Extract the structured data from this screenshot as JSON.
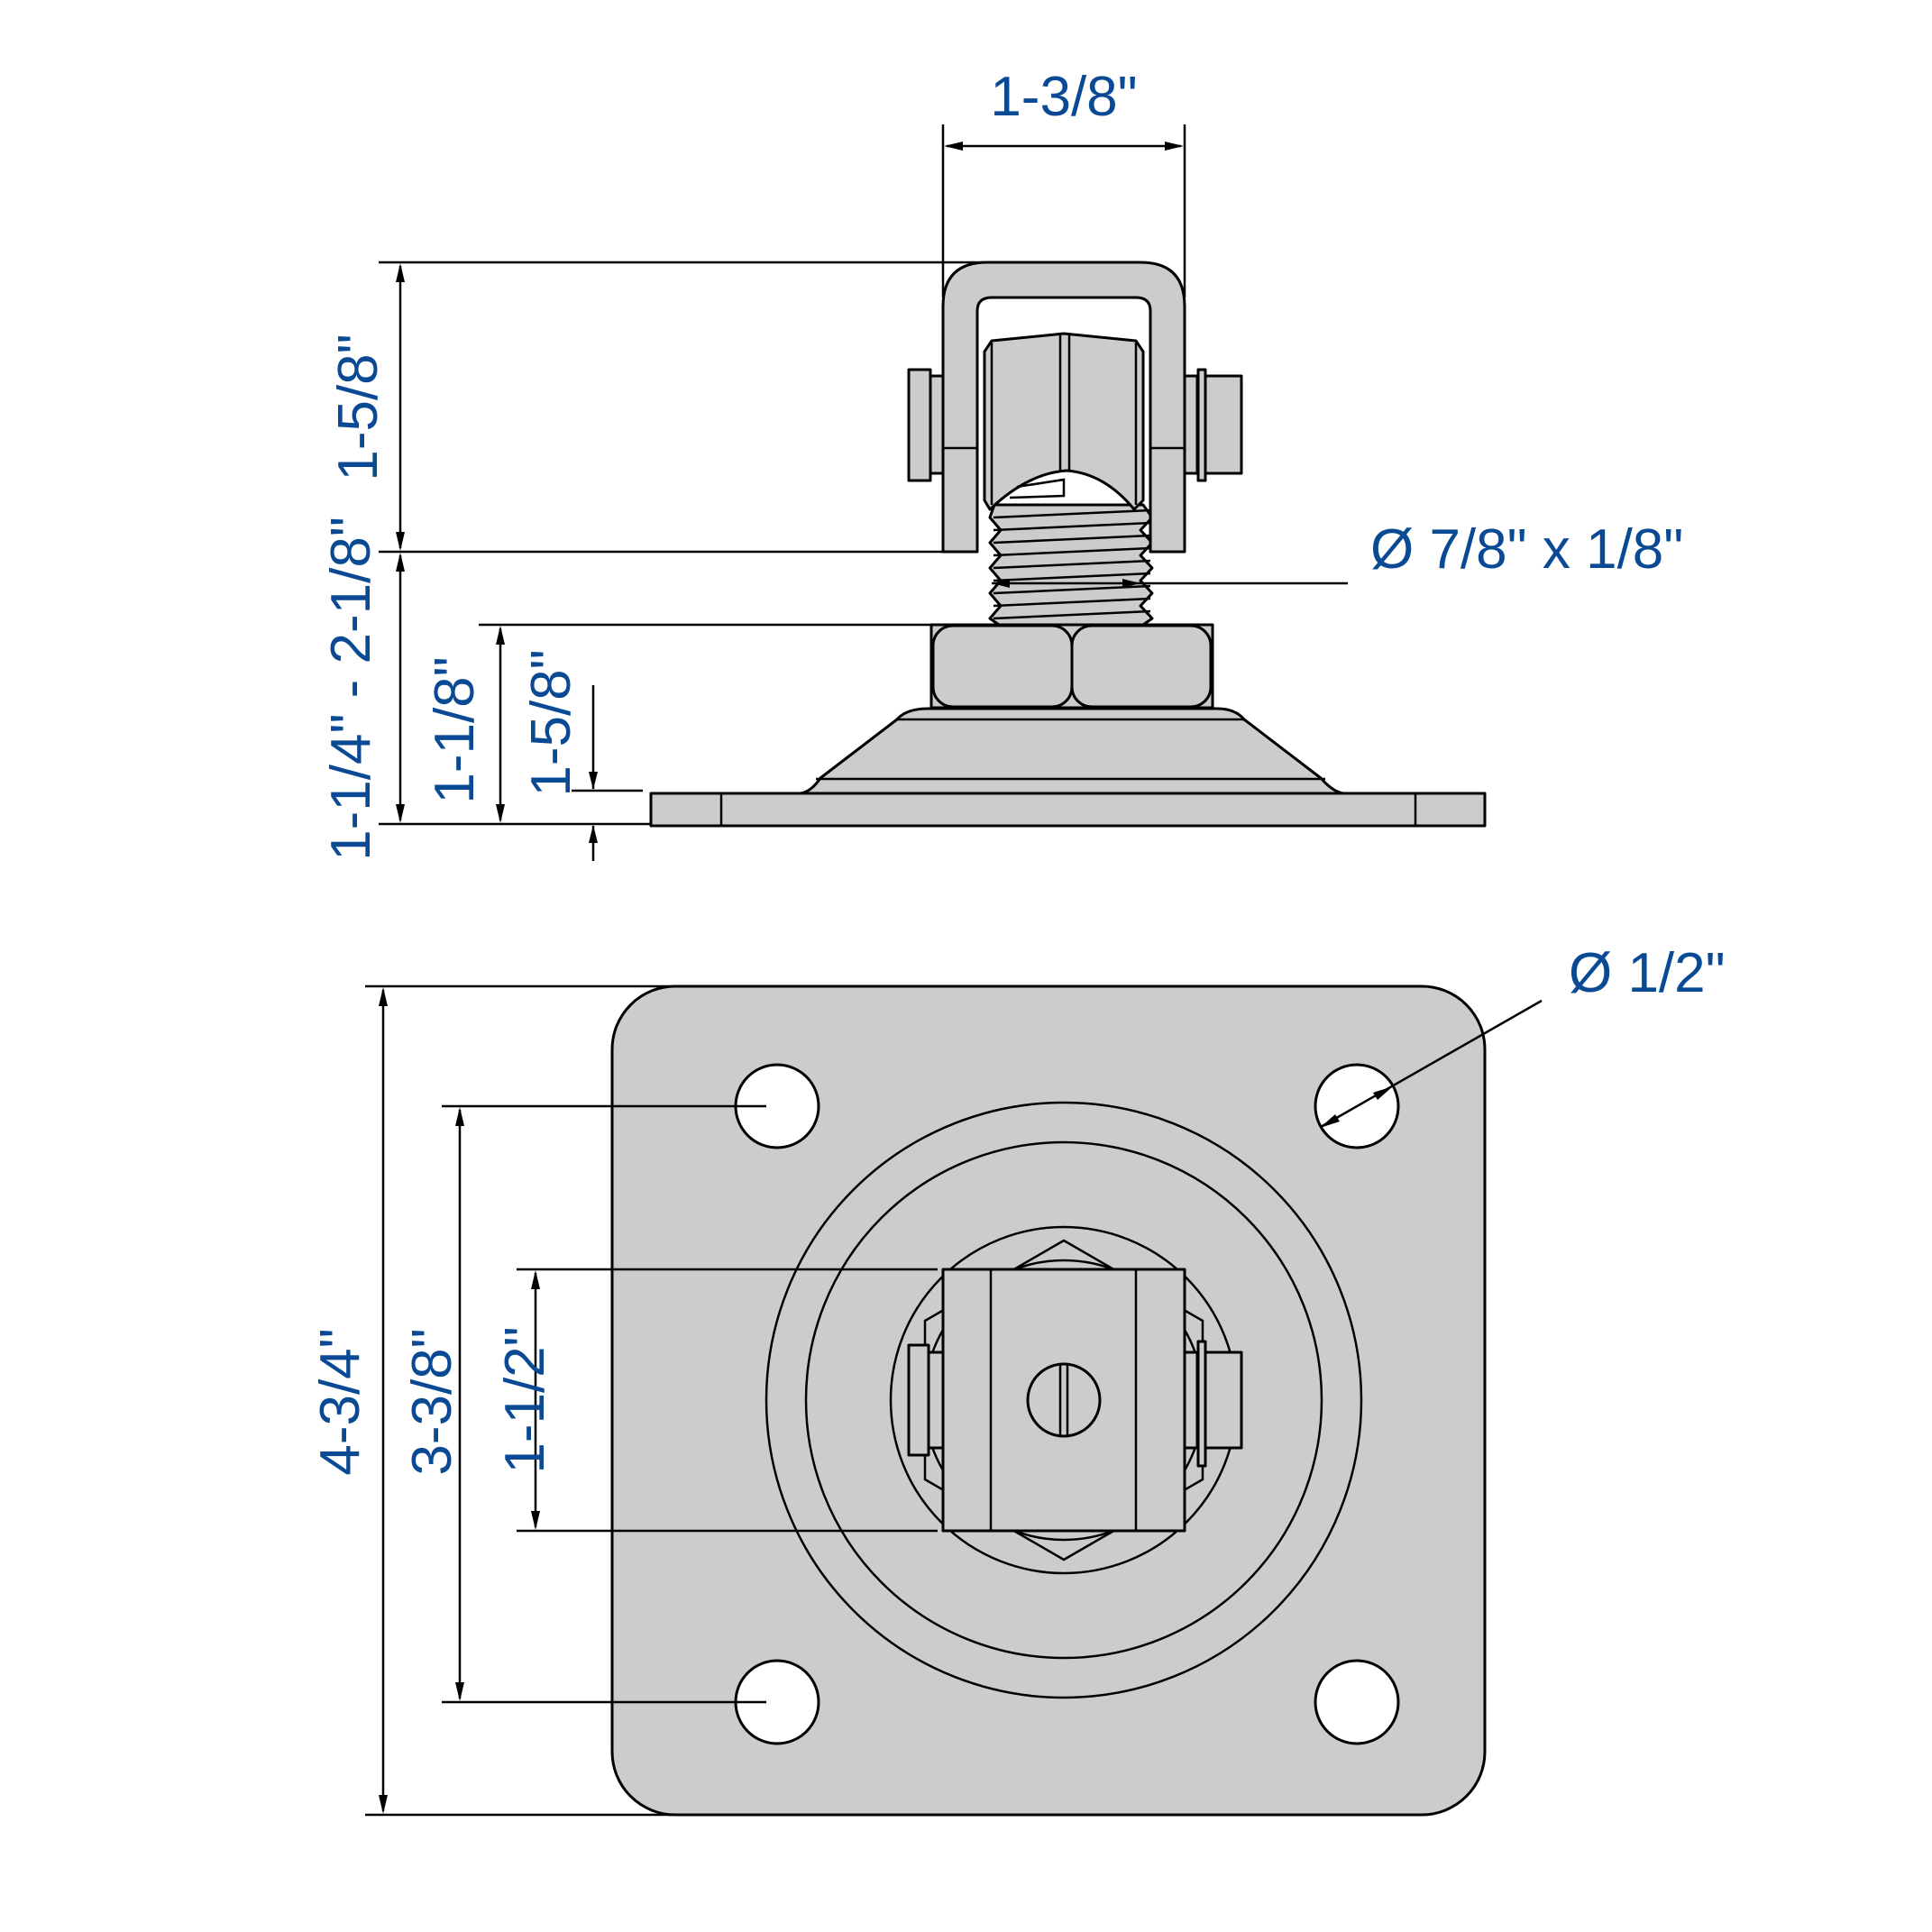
{
  "drawing": {
    "title": "Swivel leveling mount with square base plate",
    "accent_color": "#0a4a94",
    "part_fill": "#cccccc",
    "views": [
      {
        "name": "side-view",
        "description": "Elevation of yoke, threaded stud, jam nut and flanged base"
      },
      {
        "name": "top-view",
        "description": "Plan of square mounting plate with four holes"
      }
    ]
  },
  "side_view": {
    "dimensions": {
      "yoke_width": "1-3/8\"",
      "yoke_height": "1-5/8\"",
      "adjust_range": "1-1/4\" - 2-1/8\"",
      "nut_top_height": "1-1/8\"",
      "plate_thickness": "1-5/8\"",
      "thread_callout": "Ø 7/8\" x 1/8\""
    }
  },
  "top_view": {
    "dimensions": {
      "plate_size": "4-3/4\"",
      "hole_spacing": "3-3/8\"",
      "yoke_length": "1-1/2\"",
      "hole_diameter": "Ø 1/2\""
    }
  }
}
